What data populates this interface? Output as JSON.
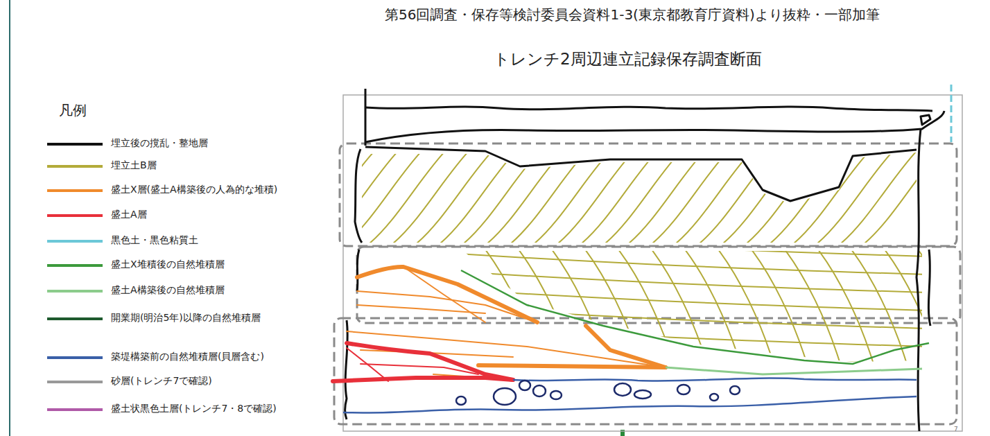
{
  "diagram": {
    "title": "トレンチ2周辺連立記録保存調査断面",
    "labels": [
      "第56回調査・保存等検討委員会資料1-3(東京都教育庁資料)より抜粋・一部加筆",
      "凡例",
      "7"
    ],
    "legend": [
      {
        "text": "埋立後の撹乱・整地層",
        "color": "#111111"
      },
      {
        "text": "埋立土B層",
        "color": "#b3ab3a"
      },
      {
        "text": "盛土X層(盛土A構築後の人為的な堆積)",
        "color": "#f08a2c"
      },
      {
        "text": "盛土A層",
        "color": "#e8303a"
      },
      {
        "text": "黒色土・黒色粘質土",
        "color": "#6cc8d8"
      },
      {
        "text": "盛土X堆積後の自然堆積層",
        "color": "#3c9a3c"
      },
      {
        "text": "盛土A構築後の自然堆積層",
        "color": "#8ccc8c"
      },
      {
        "text": "開業期(明治5年)以降の自然堆積層",
        "color": "#1e5a2e"
      },
      {
        "text": "築堤構築前の自然堆積層(貝層含む)",
        "color": "#3a5fa8"
      },
      {
        "text": "砂層(トレンチ7で確認)",
        "color": "#999999"
      },
      {
        "text": "盛土状黒色土層(トレンチ7・8で確認)",
        "color": "#b05aa8"
      }
    ]
  }
}
